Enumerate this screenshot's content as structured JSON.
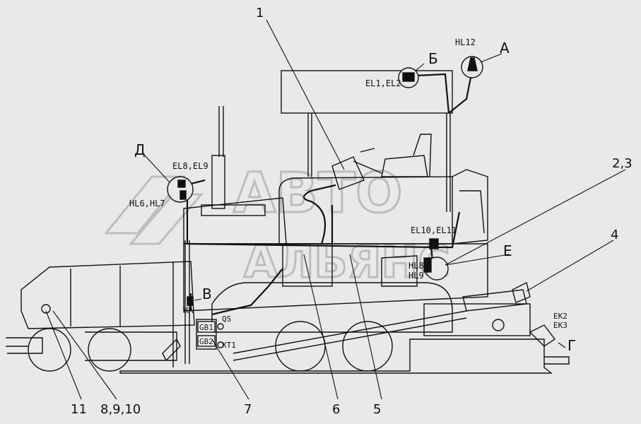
{
  "watermark": {
    "line1": "АВТО",
    "line2": "АЛЬЯНС"
  },
  "callouts": {
    "n1": "1",
    "n23": "2,3",
    "n4": "4",
    "n5": "5",
    "n6": "6",
    "n7": "7",
    "n8910": "8,9,10",
    "n11": "11"
  },
  "views": {
    "A": "А",
    "B": "Б",
    "V": "В",
    "G": "Г",
    "D": "Д",
    "E": "Е"
  },
  "components": {
    "hl12": "HL12",
    "el1el2": "EL1,EL2",
    "el8el9": "EL8,EL9",
    "hl6hl7": "HL6,HL7",
    "el10el11": "EL10,EL11",
    "hl8": "HL8,",
    "hl9": "HL9",
    "ha": "HA",
    "qs": "QS",
    "gb1": "GB1",
    "gb2": "GB2",
    "xt1": "XT1",
    "ek2": "EK2",
    "ek3": "EK3"
  },
  "colors": {
    "background": "#e9e9e9",
    "line": "#111111",
    "watermark": "#b9b9b9"
  }
}
